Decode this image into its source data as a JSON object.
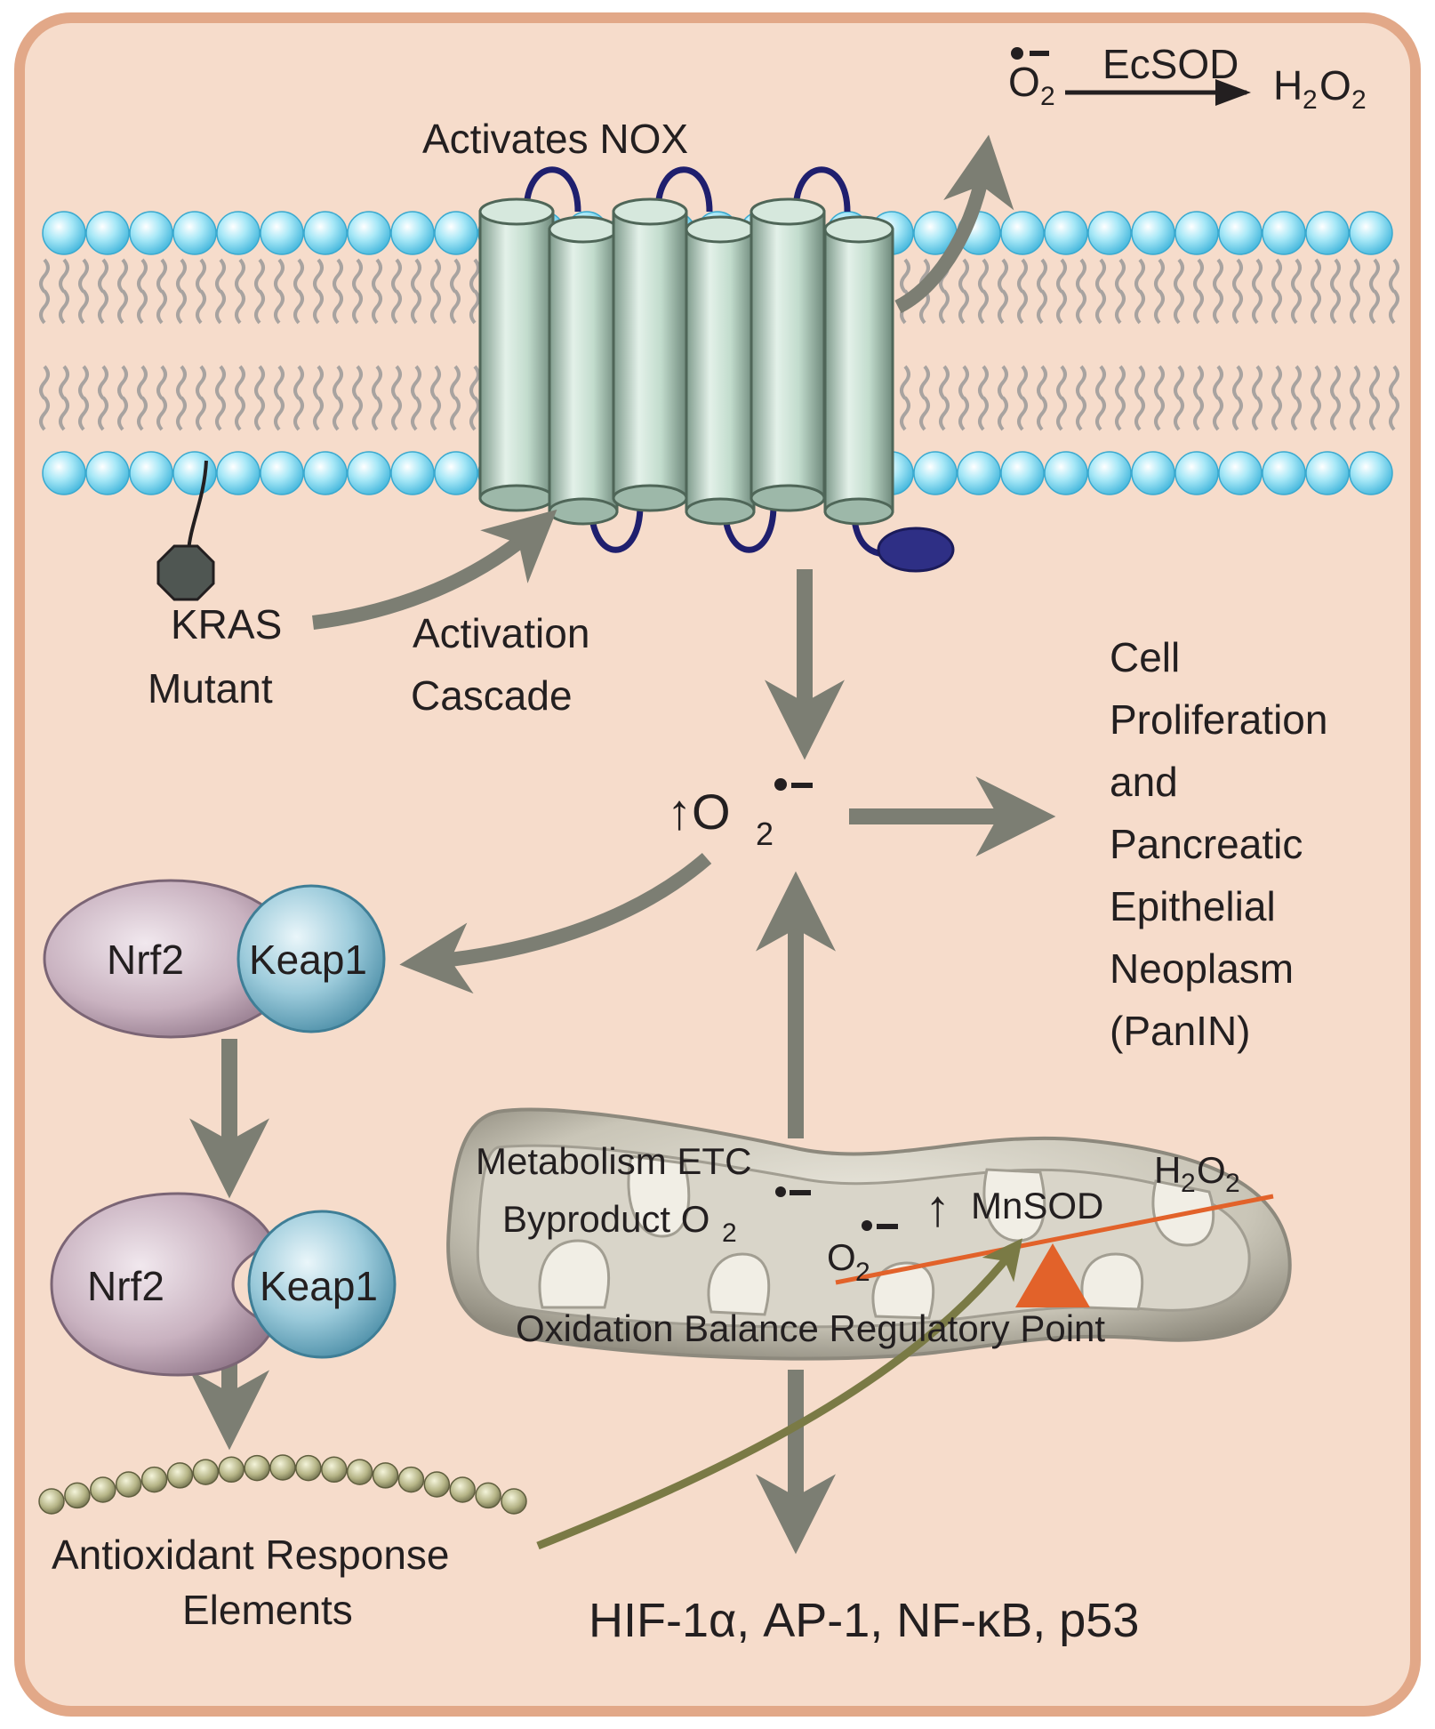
{
  "labels": {
    "superoxide_symbol": "O",
    "superoxide_sub": "2",
    "ecsod": "EcSOD",
    "h2o2_top": "H",
    "h2o2_top_2a": "2",
    "h2o2_top_o": "O",
    "h2o2_top_2b": "2",
    "activates_nox": "Activates NOX",
    "kras": "KRAS",
    "mutant": "Mutant",
    "activation": "Activation",
    "cascade": "Cascade",
    "o2_up_arrow": "↑O",
    "o2_up_sub": "2",
    "outcome": [
      "Cell",
      "Proliferation",
      "and",
      "Pancreatic",
      "Epithelial",
      "Neoplasm",
      "(PanIN)"
    ],
    "nrf2_a": "Nrf2",
    "keap1_a": "Keap1",
    "nrf2_b": "Nrf2",
    "keap1_b": "Keap1",
    "metabolism_etc": "Metabolism ETC",
    "byproduct": "Byproduct O",
    "byproduct_sub": "2",
    "mito_o2": "O",
    "mito_o2_sub": "2",
    "mnsod": "MnSOD",
    "mnsod_arrow": "↑",
    "mito_h2o2_h": "H",
    "mito_h2o2_2a": "2",
    "mito_h2o2_o": "O",
    "mito_h2o2_2b": "2",
    "oxidation_balance": "Oxidation Balance Regulatory Point",
    "are_line1": "Antioxidant Response",
    "are_line2": "Elements",
    "transcription_factors": "HIF-1α, AP-1, NF-κB, p53"
  },
  "colors": {
    "background": "#f6dccb",
    "border": "#e2a888",
    "arrow": "#7c7e73",
    "lipid_head": "#6fd3ee",
    "nox_body": "#bcd6c8",
    "nox_loop": "#1f1f6e",
    "mito": "#c8c4b6",
    "balance_bar": "#e2622a",
    "nrf2": "#cbb6c3",
    "keap1": "#86bed1",
    "are_bead": "#a8a878"
  }
}
